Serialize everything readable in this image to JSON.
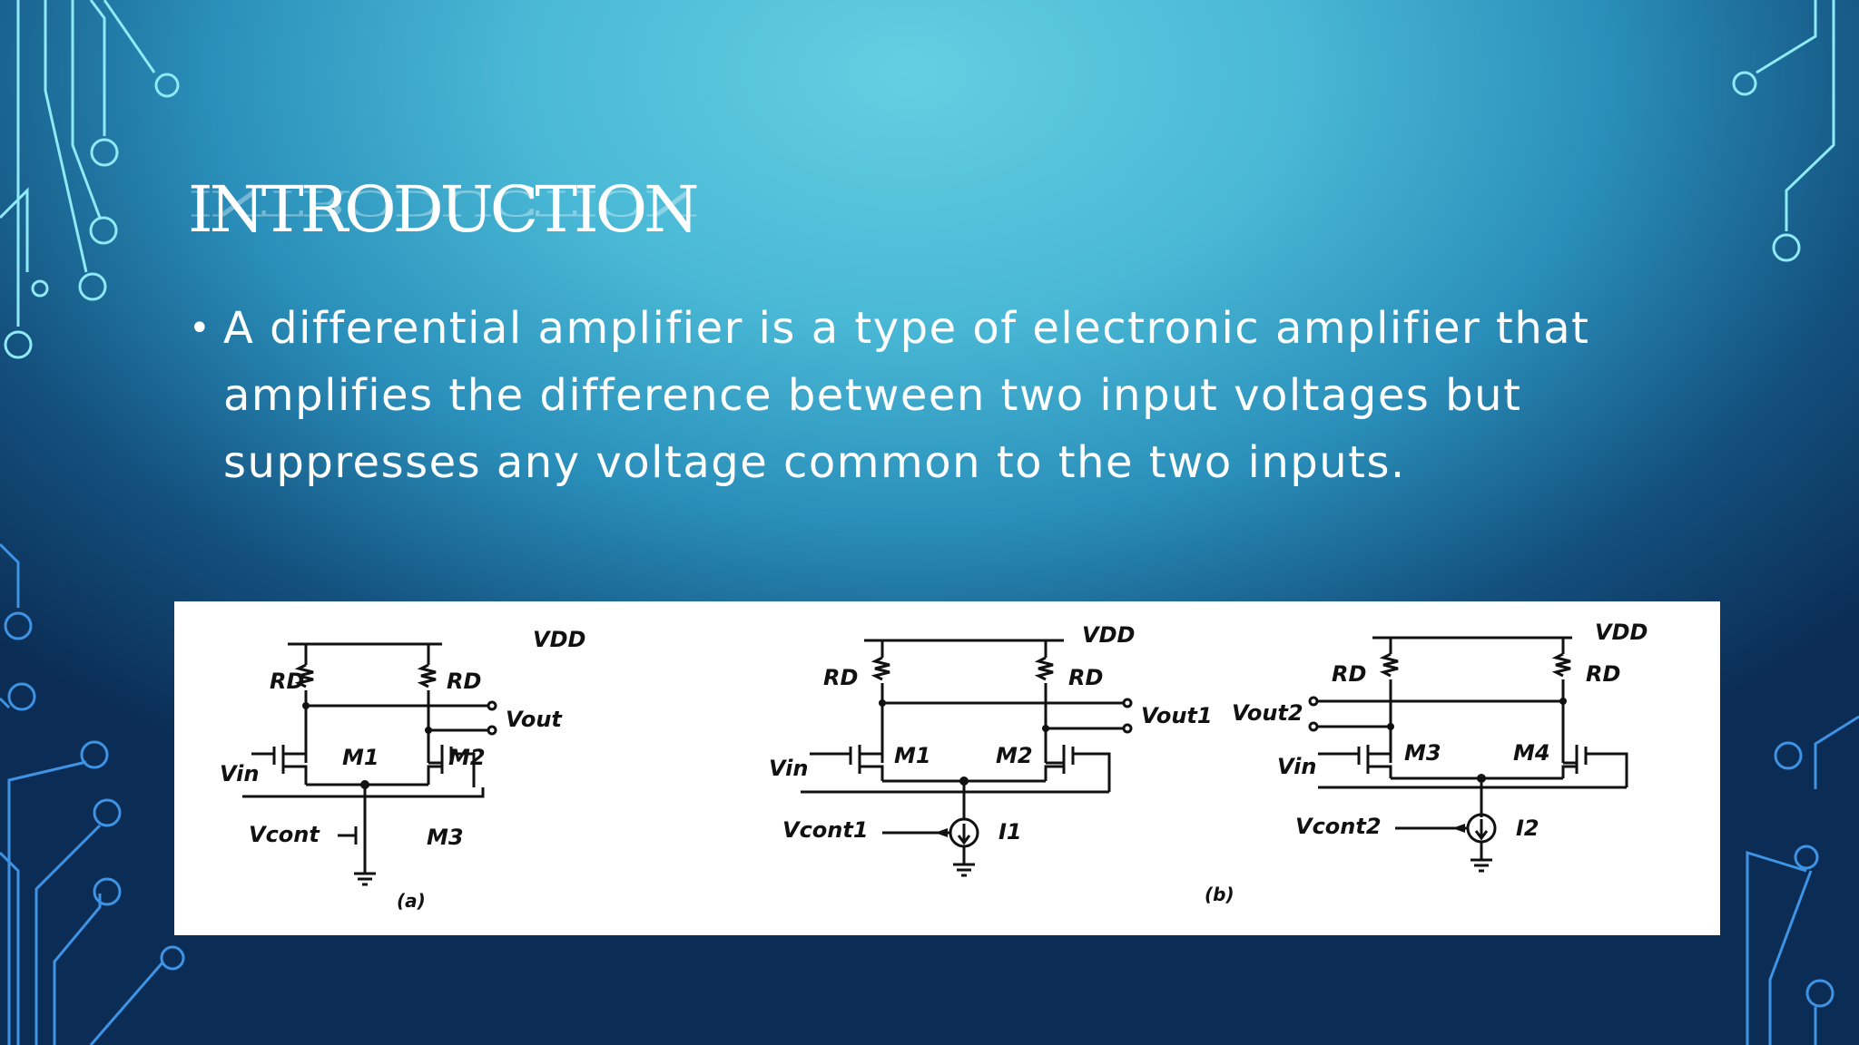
{
  "slide": {
    "title": "INTRODUCTION",
    "bullets": [
      "A differential amplifier is a type of electronic amplifier that amplifies the difference between two input voltages but suppresses any voltage common to the two inputs."
    ]
  },
  "figure": {
    "a": {
      "vdd": "VDD",
      "rd": "RD",
      "vout": "Vout",
      "vin": "Vin",
      "vcont": "Vcont",
      "m1": "M1",
      "m2": "M2",
      "m3": "M3",
      "caption": "(a)"
    },
    "b1": {
      "vdd": "VDD",
      "rd": "RD",
      "vout": "Vout1",
      "vin": "Vin",
      "vcont": "Vcont1",
      "m1": "M1",
      "m2": "M2",
      "i": "I1"
    },
    "b2": {
      "vdd": "VDD",
      "rd": "RD",
      "vout": "Vout2",
      "vin": "Vin",
      "vcont": "Vcont2",
      "m1": "M3",
      "m2": "M4",
      "i": "I2",
      "caption": "(b)"
    }
  },
  "colors": {
    "accent": "#7fe3f2",
    "deco_blue": "#3f8fe0"
  }
}
